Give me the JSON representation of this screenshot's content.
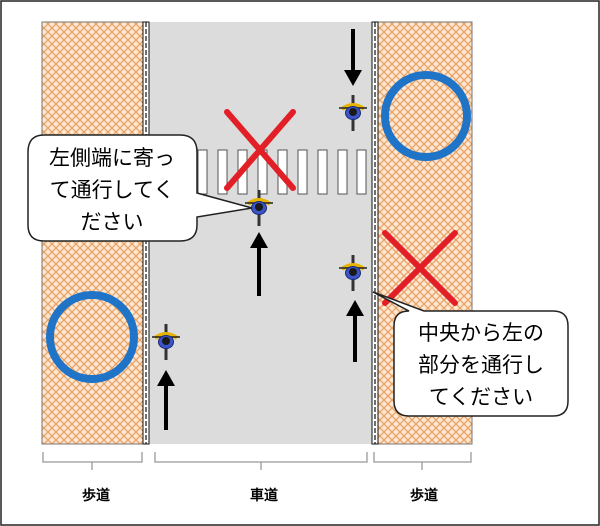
{
  "bubbles": {
    "left": {
      "lines": [
        "左側端に寄っ",
        "て通行してく",
        "ださい"
      ]
    },
    "right": {
      "lines": [
        "中央から左の",
        "部分を通行し",
        "てください"
      ]
    }
  },
  "labels": {
    "sidewalk_left": "歩道",
    "roadway": "車道",
    "sidewalk_right": "歩道"
  },
  "colors": {
    "sidewalk_fill": "#fbe7d4",
    "sidewalk_hatch": "#e9a262",
    "road": "#dcdcdc",
    "ok_mark": "#1f74c8",
    "ng_mark": "#e21f26",
    "arrow": "#000000"
  },
  "marks": {
    "ok": "circle-mark-icon",
    "ng": "cross-mark-icon",
    "cyclist": "cyclist-icon",
    "arrow": "arrow-icon"
  }
}
